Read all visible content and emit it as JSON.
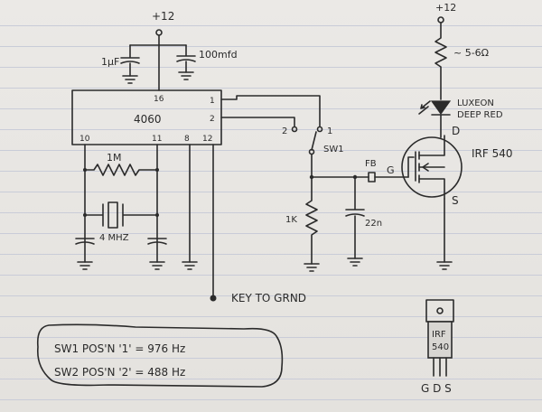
{
  "schematic": {
    "supply_top": "+12",
    "supply_right": "+12",
    "c1_label": "1µF",
    "c2_label": "100mfd",
    "ic_name": "4060",
    "pin16": "16",
    "pin1": "1",
    "pin2": "2",
    "pin10": "10",
    "pin11": "11",
    "pin8": "8",
    "pin12": "12",
    "r1m_label": "1M",
    "crystal_label": "4 MHZ",
    "sw_pos2": "2",
    "sw_pos1": "1",
    "sw_label": "SW1",
    "fb_label": "FB",
    "gate_label": "G",
    "drain_label": "D",
    "source_label": "S",
    "r1k_label": "1K",
    "c22n_label": "22n",
    "mosfet_label": "IRF 540",
    "r_top_label": "~ 5-6Ω",
    "led_line1": "LUXEON",
    "led_line2": "DEEP RED",
    "key_label": "KEY TO GRND",
    "note_line1": "SW1  POS'N  '1'  =  976 Hz",
    "note_line2": "SW2  POS'N  '2'  =  488 Hz",
    "pkg_line1": "IRF",
    "pkg_line2": "540",
    "pkg_pins": "G  D  S"
  },
  "colors": {
    "ink": "#2b2b2b",
    "paper": "#e8e6e2",
    "rule_line": "#c9ccd8"
  }
}
